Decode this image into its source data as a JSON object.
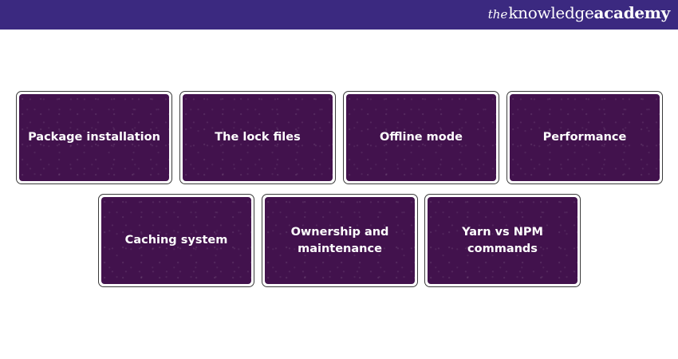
{
  "header": {
    "logo": {
      "the": "the",
      "knowledge": "knowledge",
      "academy": "academy"
    },
    "color": "#3b2980"
  },
  "card_color": "#42124d",
  "cards": [
    {
      "label": "Package installation"
    },
    {
      "label": "The lock files"
    },
    {
      "label": "Offline mode"
    },
    {
      "label": "Performance"
    },
    {
      "label": "Caching system"
    },
    {
      "label": "Ownership and maintenance"
    },
    {
      "label": "Yarn vs NPM commands"
    }
  ]
}
